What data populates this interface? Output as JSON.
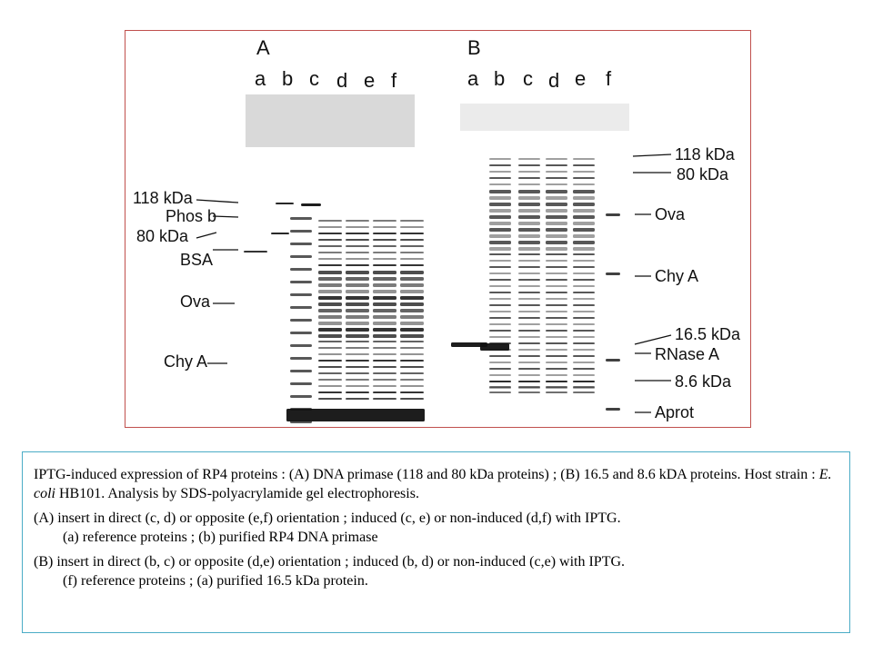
{
  "figure": {
    "panel_a": {
      "title": "A",
      "lanes": [
        "a",
        "b",
        "c",
        "d",
        "e",
        "f"
      ],
      "markers": [
        "118 kDa",
        "Phos b",
        "80 kDa",
        "BSA",
        "Ova",
        "Chy A"
      ]
    },
    "panel_b": {
      "title": "B",
      "lanes": [
        "a",
        "b",
        "c",
        "d",
        "e",
        "f"
      ],
      "markers": [
        "118 kDa",
        "80 kDa",
        "Ova",
        "Chy A",
        "16.5 kDa",
        "RNase A",
        "8.6 kDa",
        "Aprot"
      ]
    }
  },
  "caption": {
    "p1_part1": "IPTG-induced expression of RP4 proteins : (A) DNA primase (118 and 80 kDa proteins) ; (B) 16.5 and 8.6 kDA proteins.   Host strain : ",
    "p1_species": "E. coli",
    "p1_part2": " HB101.  Analysis by SDS-polyacrylamide gel electrophoresis.",
    "p2_line1": "(A) insert in direct (c, d) or opposite (e,f) orientation  ;  induced (c, e) or non-induced (d,f) with IPTG.",
    "p2_line2": "(a) reference proteins  ;  (b) purified RP4 DNA primase",
    "p3_line1": "(B) insert in direct (b, c) or opposite (d,e) orientation  ;  induced (b, d) or non-induced (c,e) with IPTG.",
    "p3_line2": "(f) reference proteins  ;  (a) purified 16.5 kDa protein."
  }
}
